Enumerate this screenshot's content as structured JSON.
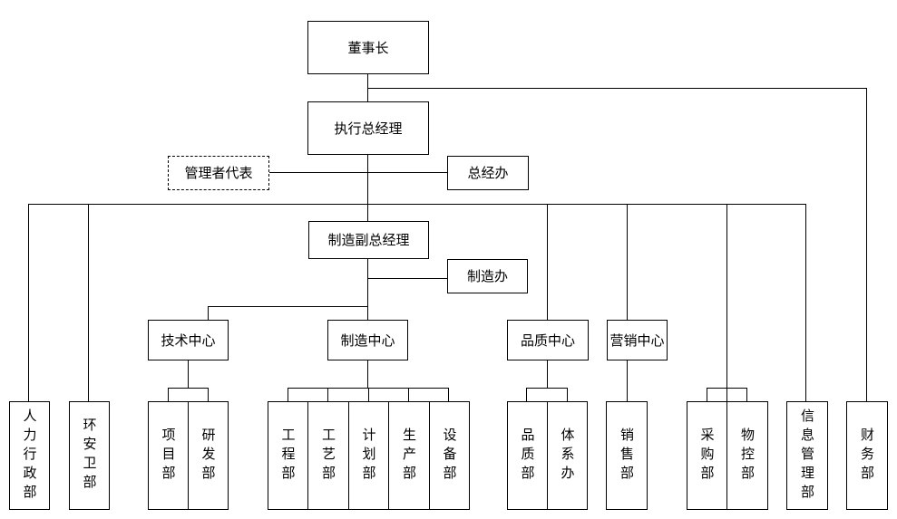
{
  "diagram": {
    "type": "org-chart",
    "language": "zh-CN",
    "colors": {
      "background": "#ffffff",
      "line": "#000000",
      "box_fill": "#ffffff",
      "text": "#000000"
    }
  },
  "nodes": {
    "chairman": {
      "label": "董事长"
    },
    "executive_gm": {
      "label": "执行总经理"
    },
    "management_rep": {
      "label": "管理者代表",
      "style": "dashed"
    },
    "gm_office": {
      "label": "总经办"
    },
    "mfg_deputy_gm": {
      "label": "制造副总经理"
    },
    "mfg_office": {
      "label": "制造办"
    }
  },
  "centers": [
    {
      "id": "tech-center",
      "label": "技术中心"
    },
    {
      "id": "mfg-center",
      "label": "制造中心"
    },
    {
      "id": "quality-center",
      "label": "品质中心"
    },
    {
      "id": "marketing-center",
      "label": "营销中心"
    }
  ],
  "departments": [
    {
      "id": "hr-admin",
      "label": "人力行政部"
    },
    {
      "id": "ehs",
      "label": "环安卫部"
    },
    {
      "id": "project",
      "label": "项目部"
    },
    {
      "id": "rnd",
      "label": "研发部"
    },
    {
      "id": "engineering",
      "label": "工程部"
    },
    {
      "id": "process",
      "label": "工艺部"
    },
    {
      "id": "planning",
      "label": "计划部"
    },
    {
      "id": "production",
      "label": "生产部"
    },
    {
      "id": "equipment",
      "label": "设备部"
    },
    {
      "id": "quality-dept",
      "label": "品质部"
    },
    {
      "id": "system-office",
      "label": "体系办"
    },
    {
      "id": "sales",
      "label": "销售部"
    },
    {
      "id": "purchasing",
      "label": "采购部"
    },
    {
      "id": "material-control",
      "label": "物控部"
    },
    {
      "id": "info-mgmt",
      "label": "信息管理部"
    },
    {
      "id": "finance",
      "label": "财务部"
    }
  ],
  "edges": [
    {
      "from": "董事长",
      "to": [
        "执行总经理",
        "财务部"
      ]
    },
    {
      "from": "执行总经理",
      "to": [
        "管理者代表",
        "总经办",
        "制造副总经理",
        "人力行政部",
        "环安卫部",
        "品质中心",
        "营销中心",
        "采购部",
        "物控部",
        "信息管理部"
      ]
    },
    {
      "from": "制造副总经理",
      "to": [
        "制造办",
        "技术中心",
        "制造中心"
      ]
    },
    {
      "from": "技术中心",
      "to": [
        "项目部",
        "研发部"
      ]
    },
    {
      "from": "制造中心",
      "to": [
        "工程部",
        "工艺部",
        "计划部",
        "生产部",
        "设备部"
      ]
    },
    {
      "from": "品质中心",
      "to": [
        "品质部",
        "体系办"
      ]
    },
    {
      "from": "营销中心",
      "to": [
        "销售部"
      ]
    }
  ]
}
